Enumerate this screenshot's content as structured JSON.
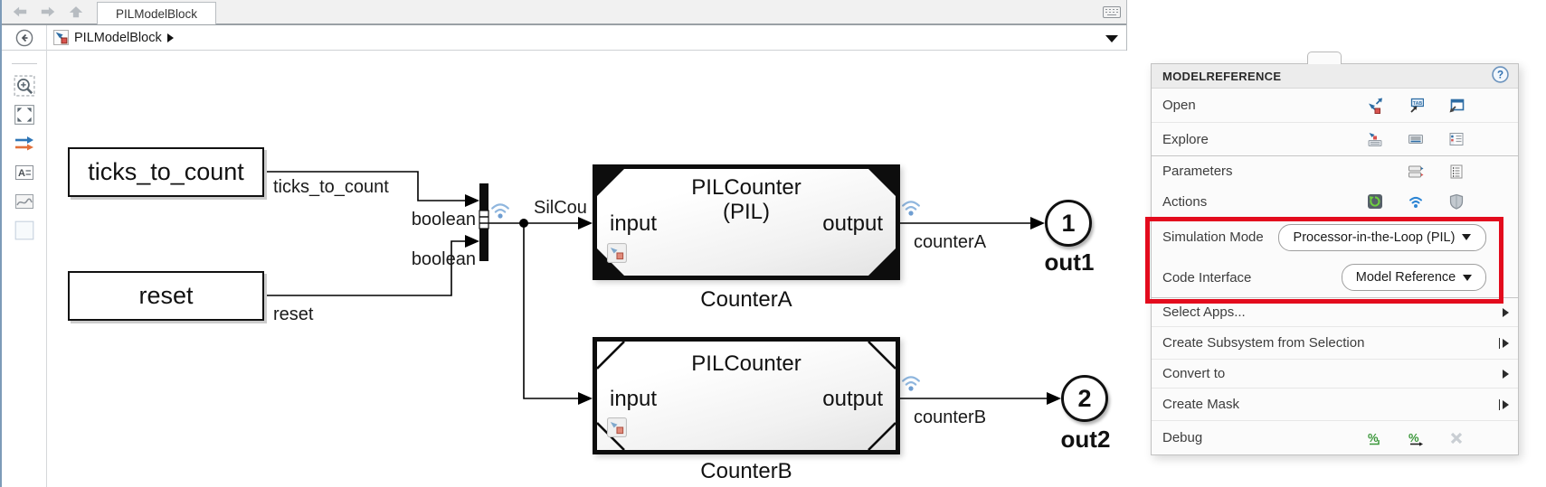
{
  "colors": {
    "highlight_red": "#e30b1d",
    "badge_blue": "#8fb6de",
    "debug_green": "#3a9639"
  },
  "titlebar": {
    "tab": "PILModelBlock"
  },
  "breadcrumb": {
    "model": "PILModelBlock"
  },
  "diagram": {
    "inports": [
      {
        "label": "ticks_to_count",
        "signal": "ticks_to_count",
        "type": "boolean"
      },
      {
        "label": "reset",
        "signal": "reset",
        "type": "boolean"
      }
    ],
    "bus_signal": "SilCou",
    "blocks": [
      {
        "title": "PILCounter",
        "subtitle": "(PIL)",
        "in_port": "input",
        "out_port": "output",
        "name": "CounterA",
        "out_signal": "counterA"
      },
      {
        "title": "PILCounter",
        "subtitle": "",
        "in_port": "input",
        "out_port": "output",
        "name": "CounterB",
        "out_signal": "counterB"
      }
    ],
    "outports": [
      {
        "number": "1",
        "name": "out1"
      },
      {
        "number": "2",
        "name": "out2"
      }
    ]
  },
  "panel": {
    "title": "MODELREFERENCE",
    "rows": [
      {
        "label": "Open"
      },
      {
        "label": "Explore"
      },
      {
        "label": "Parameters"
      },
      {
        "label": "Actions"
      }
    ],
    "fields": [
      {
        "label": "Simulation Mode",
        "value": "Processor-in-the-Loop (PIL)"
      },
      {
        "label": "Code Interface",
        "value": "Model Reference"
      }
    ],
    "menu": [
      {
        "label": "Select Apps..."
      },
      {
        "label": "Create Subsystem from Selection"
      },
      {
        "label": "Convert to"
      },
      {
        "label": "Create Mask"
      },
      {
        "label": "Debug"
      }
    ]
  }
}
